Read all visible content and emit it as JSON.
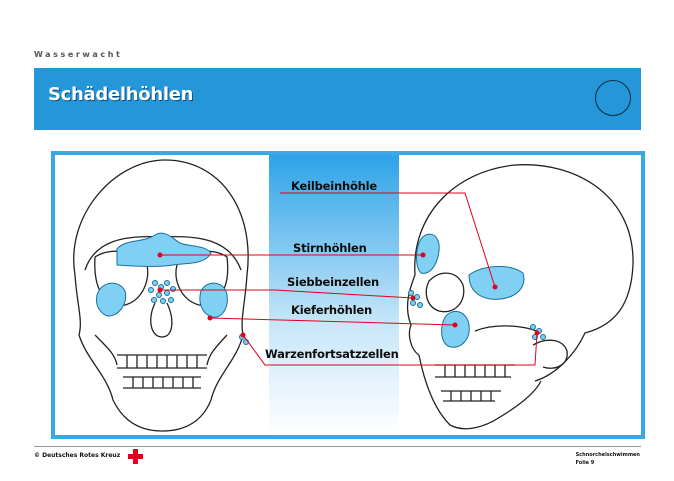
{
  "header": {
    "org": "Wasserwacht",
    "title": "Schädelhöhlen"
  },
  "labels": {
    "keilbein": "Keilbeinhöhle",
    "stirn": "Stirnhöhlen",
    "siebbein": "Siebbeinzellen",
    "kiefer": "Kieferhöhlen",
    "warzen": "Warzenfortsatzzellen"
  },
  "footer": {
    "copyright": "© Deutsches Rotes Kreuz",
    "course": "Schnorchelschwimmen",
    "slide": "Folie 9"
  },
  "colors": {
    "titlebar": "#2596d8",
    "sinus_fill": "#7fd0f2",
    "pointer_line": "#e3001b",
    "drk_red": "#e3001b"
  }
}
